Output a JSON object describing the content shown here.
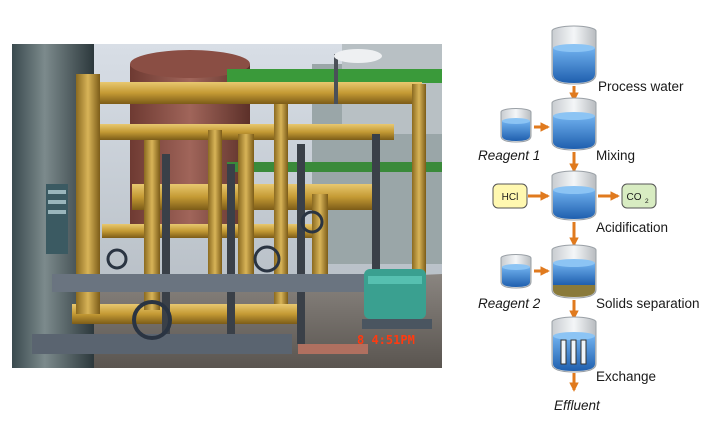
{
  "photo": {
    "timestamp": "8 4:51PM"
  },
  "diagram": {
    "steps": [
      "Process water",
      "Mixing",
      "Acidification",
      "Solids separation",
      "Exchange"
    ],
    "reagents": [
      "Reagent 1",
      "Reagent 2"
    ],
    "input_chemical": "HCl",
    "output_chemical": "CO",
    "output_chemical_subscript": "2",
    "final_output": "Effluent"
  },
  "colors": {
    "water": "#2f7fd0",
    "arrow": "#e07a1e",
    "hcl_box": "#fff8b0",
    "co2_box": "#d8ecc2",
    "pipe": "#c9a23a"
  }
}
